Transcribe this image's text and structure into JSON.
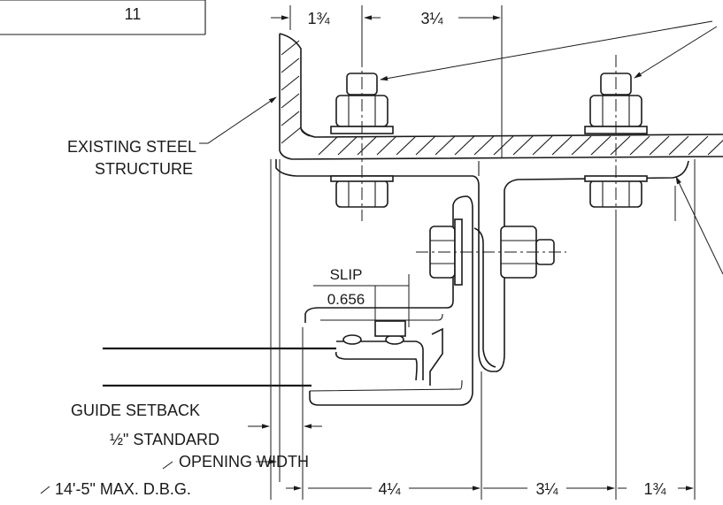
{
  "title_block": {
    "number": "11"
  },
  "dimensions": {
    "top_left": "1¾",
    "top_right": "3¼",
    "bottom_a": "4¼",
    "bottom_b": "3¼",
    "bottom_c": "1¾"
  },
  "labels": {
    "existing_steel_line1": "EXISTING STEEL",
    "existing_steel_line2": "STRUCTURE",
    "slip": "SLIP",
    "slip_value": "0.656",
    "guide_setback": "GUIDE SETBACK",
    "standard_prefix": "½\" STANDARD",
    "opening_width": "OPENING WIDTH",
    "max_dbg": "14'-5\" MAX. D.B.G."
  }
}
